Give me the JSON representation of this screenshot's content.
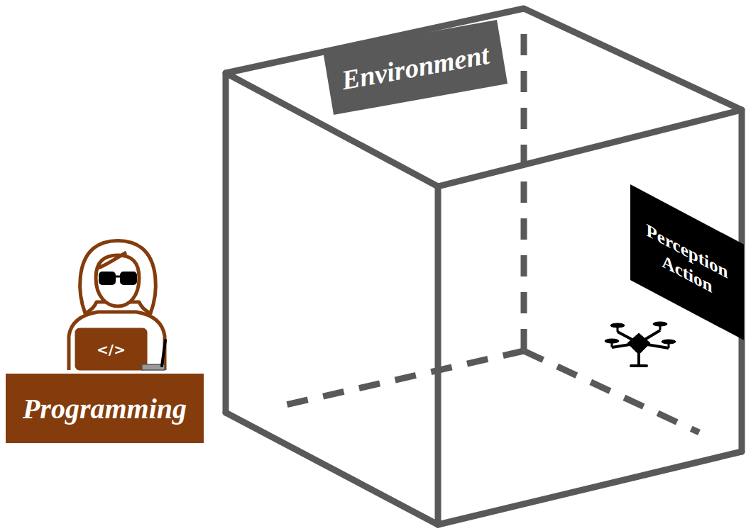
{
  "diagram": {
    "nodes": [
      {
        "text": [
          "Programming"
        ]
      },
      {
        "text": [
          "Environment"
        ]
      },
      {
        "text": [
          "Perception Action"
        ]
      }
    ],
    "labels": [
      "</>"
    ]
  }
}
